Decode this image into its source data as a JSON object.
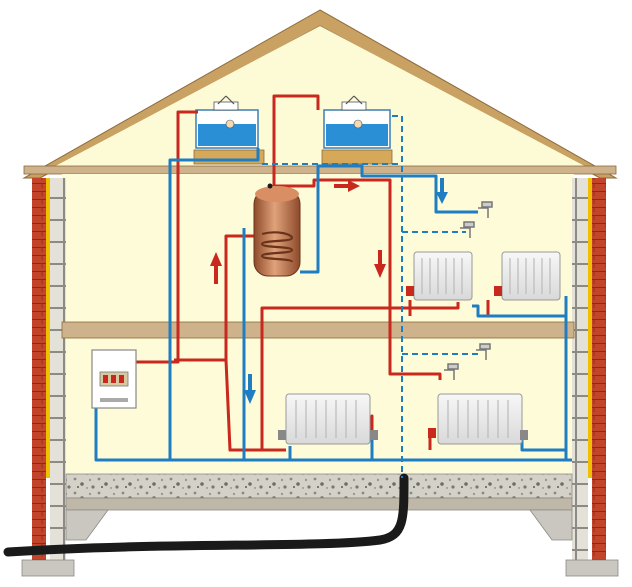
{
  "diagram": {
    "colors": {
      "background": "#ffffff",
      "roof_fill": "#fdfbd5",
      "roof_edge": "#c8a163",
      "wall_fill": "#fdfbd8",
      "floor_beam": "#cdb28c",
      "brick": "#c1442b",
      "insulation": "#f0c000",
      "column": "#c9c7bf",
      "foundation": "#bfb8a8",
      "gravel": "#cfcdc4",
      "hot_pipe": "#c8281d",
      "cold_pipe": "#1f7ec2",
      "flow_arrow_hot": "#c8281d",
      "flow_arrow_cold": "#1f7ec2",
      "cylinder": "#b6653f",
      "radiator": "#ececec",
      "tank_water": "#2b8fd5",
      "drain_pipe": "#1a1a1a"
    },
    "components": [
      "cold-water-storage-tank",
      "feed-and-expansion-tank",
      "hot-water-cylinder",
      "boiler",
      "radiator-upper-left",
      "radiator-upper-right",
      "radiator-lower-left",
      "radiator-lower-right",
      "tap-upper",
      "tap-upper-2",
      "tap-lower",
      "tap-lower-2"
    ]
  }
}
